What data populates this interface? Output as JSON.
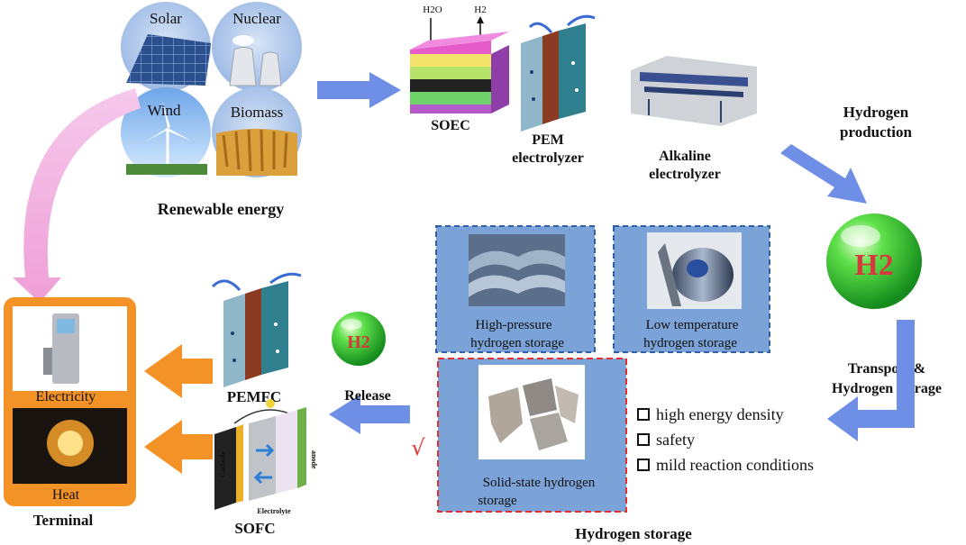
{
  "renewable": {
    "solar": "Solar",
    "nuclear": "Nuclear",
    "wind": "Wind",
    "biomass": "Biomass",
    "title": "Renewable energy"
  },
  "electrolyzers": {
    "soec_h2o": "H2O",
    "soec_h2": "H2",
    "soec": "SOEC",
    "pem_line1": "PEM",
    "pem_line2": "electrolyzer",
    "alk_line1": "Alkaline",
    "alk_line2": "electrolyzer"
  },
  "production": {
    "line1": "Hydrogen",
    "line2": "production"
  },
  "h2_symbol": "H2",
  "transport": {
    "line1": "Transport &",
    "line2": "Hydrogen storage"
  },
  "storage": {
    "hp_line1": "High-pressure",
    "hp_line2": "hydrogen storage",
    "lt_line1": "Low temperature",
    "lt_line2": "hydrogen storage",
    "ss_line1": "Solid-state hydrogen",
    "ss_line2": "storage",
    "check": "√",
    "title": "Hydrogen storage"
  },
  "features": [
    "high energy density",
    "safety",
    "mild reaction conditions"
  ],
  "release": "Release",
  "cells": {
    "pemfc": "PEMFC",
    "sofc": "SOFC",
    "cathode": "Cathode",
    "anode": "anode",
    "electrolyte": "Electrolyte"
  },
  "terminal": {
    "electricity": "Electricity",
    "heat": "Heat",
    "title": "Terminal"
  },
  "colors": {
    "arrow_blue": "#6f8fe6",
    "terminal_orange": "#f39226",
    "storage_fill": "#7ba3d8",
    "dashed_blue": "#2f5fa8",
    "dashed_red": "#e0302f",
    "sphere_green": "#2fbf2f",
    "pink_arrow": "#eeb0d8"
  }
}
